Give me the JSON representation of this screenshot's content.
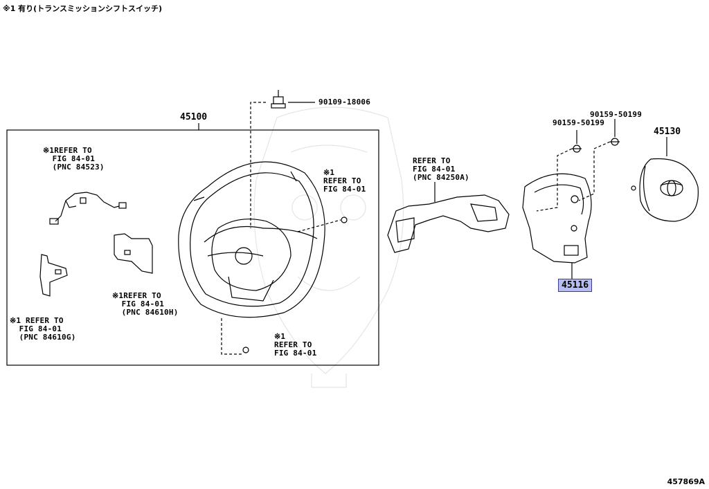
{
  "header": {
    "note": "※1 有り(トランスミッションシフトスイッチ)"
  },
  "figure_id": "457869A",
  "parts": {
    "p45100": "45100",
    "p45116": "45116",
    "p45130": "45130",
    "p90109": "90109-18006",
    "p90159a": "90159-50199",
    "p90159b": "90159-50199"
  },
  "refs": {
    "r1": "※1REFER TO\n  FIG 84-01\n  (PNC 84523)",
    "r2": "※1\nREFER TO\nFIG 84-01",
    "r3": "※1REFER TO\n  FIG 84-01\n  (PNC 84610H)",
    "r4": "※1 REFER TO\n  FIG 84-01\n  (PNC 84610G)",
    "r5": "※1\nREFER TO\nFIG 84-01",
    "r6": "REFER TO\nFIG 84-01\n(PNC 84250A)"
  },
  "colors": {
    "highlight": "#b8bdf0",
    "line": "#000000"
  }
}
